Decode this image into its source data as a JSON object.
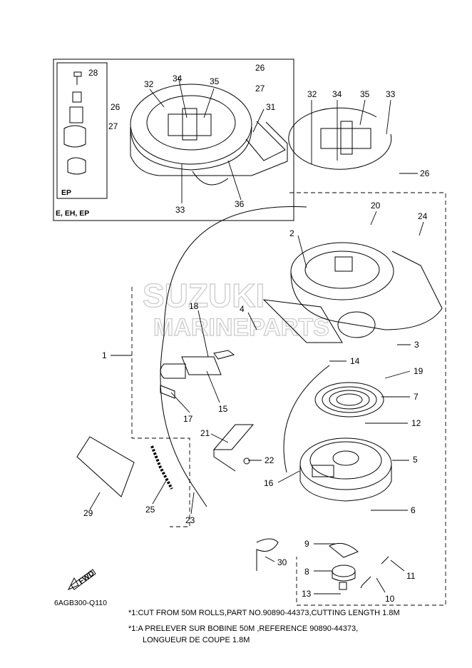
{
  "watermark": {
    "line1": "SUZUKI",
    "line2": "MARINEPARTS"
  },
  "inset": {
    "variant_label": "EP",
    "models_label": "E, EH, EP"
  },
  "callouts": [
    "1",
    "2",
    "3",
    "4",
    "5",
    "6",
    "7",
    "8",
    "9",
    "10",
    "11",
    "12",
    "13",
    "14",
    "15",
    "16",
    "17",
    "18",
    "19",
    "20",
    "21",
    "22",
    "23",
    "24",
    "25",
    "26",
    "27",
    "28",
    "29",
    "30",
    "31",
    "32",
    "33",
    "34",
    "35",
    "36"
  ],
  "fwd_label": "FWD",
  "diagram_code": "6AGB300-Q110",
  "notes": [
    "*1:CUT FROM 50M ROLLS,PART NO.90890-44373,CUTTING LENGTH 1.8M",
    "*1:A PRELEVER SUR BOBINE 50M ,REFERENCE 90890-44373,",
    "LONGUEUR DE COUPE 1.8M"
  ],
  "colors": {
    "line": "#000000",
    "watermark": "#c8c8c8"
  }
}
